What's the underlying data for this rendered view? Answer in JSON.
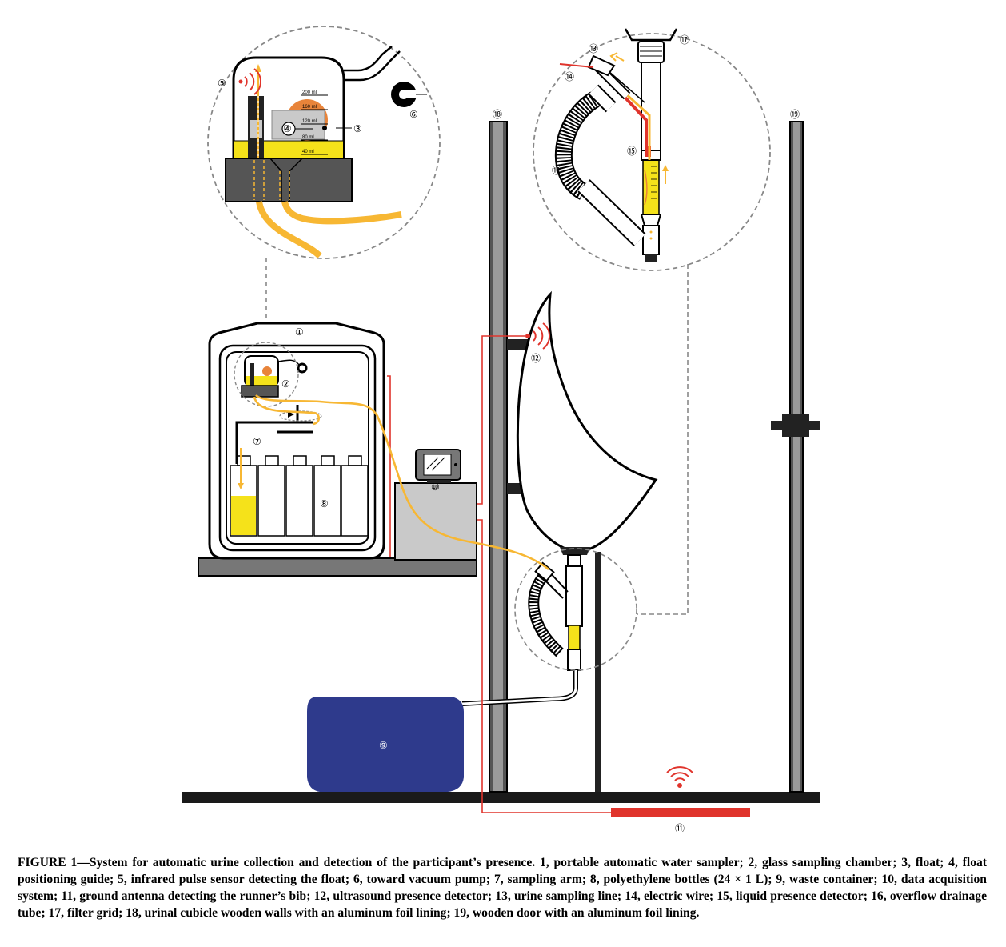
{
  "callouts": {
    "c1": "①",
    "c2": "②",
    "c3": "③",
    "c4": "④",
    "c5": "⑤",
    "c6": "⑥",
    "c7": "⑦",
    "c8": "⑧",
    "c9": "⑨",
    "c10": "⑩",
    "c11": "⑪",
    "c12": "⑫",
    "c13": "⑬",
    "c14": "⑭",
    "c15": "⑮",
    "c16": "⑯",
    "c17": "⑰",
    "c18": "⑱",
    "c19": "⑲"
  },
  "scale_marks": [
    "200 ml",
    "160 ml",
    "120 ml",
    "80 ml",
    "40 ml"
  ],
  "colors": {
    "urine": "#f5e21a",
    "tube": "#f7b733",
    "wire": "#e0342c",
    "float": "#e8843a",
    "waste": "#2e3a8c",
    "gray": "#777777",
    "light_gray": "#c9c9c9"
  },
  "caption": "FIGURE 1—System for automatic urine collection and detection of the participant’s presence. 1, portable automatic water sampler; 2, glass sampling chamber; 3, float; 4, float positioning guide; 5, infrared pulse sensor detecting the float; 6, toward vacuum pump; 7, sampling arm; 8, polyethylene bottles (24 × 1 L); 9, waste container; 10, data acquisition system; 11, ground antenna detecting the runner’s bib; 12, ultrasound presence detector; 13, urine sampling line; 14, electric wire; 15, liquid presence detector; 16, overflow drainage tube; 17, filter grid; 18, urinal cubicle wooden walls with an aluminum foil lining; 19, wooden door with an aluminum foil lining."
}
